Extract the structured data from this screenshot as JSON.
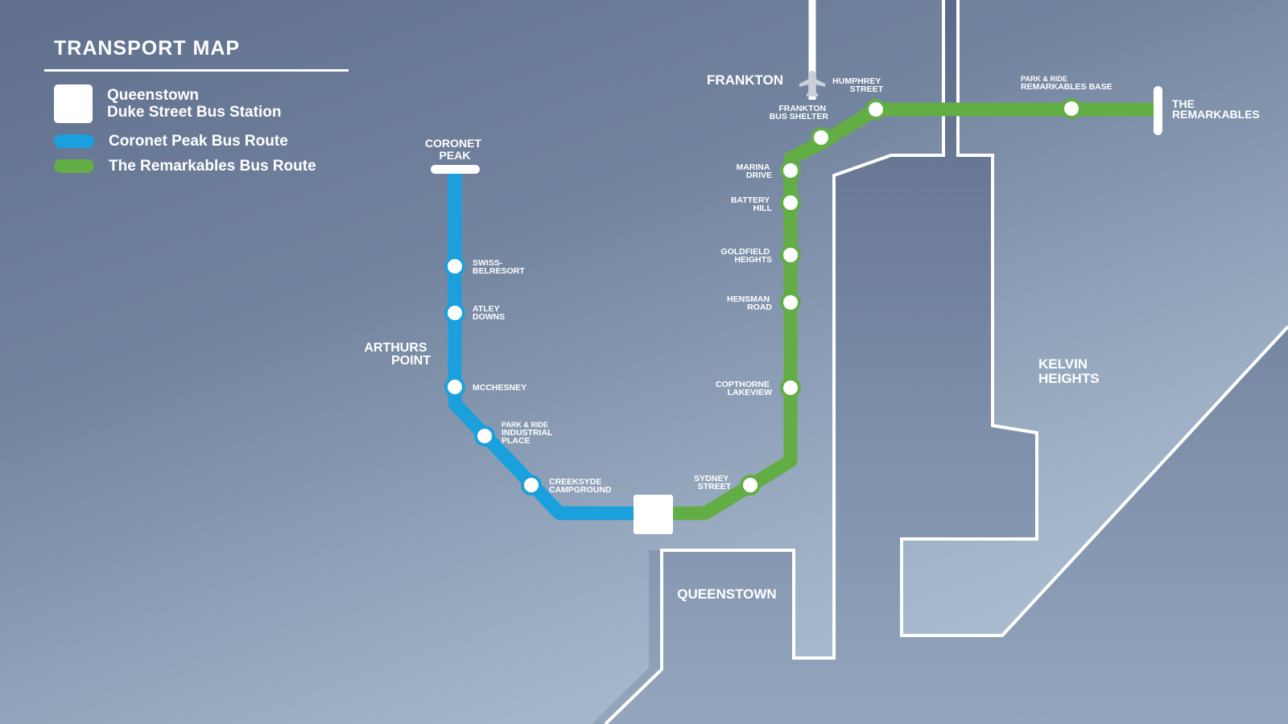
{
  "legend": {
    "title": "TRANSPORT MAP",
    "station": {
      "line1": "Queenstown",
      "line2": "Duke Street Bus Station"
    },
    "routes": [
      {
        "label": "Coronet Peak Bus Route",
        "color": "#1aa0dc"
      },
      {
        "label": "The Remarkables Bus Route",
        "color": "#62ae44"
      }
    ]
  },
  "areas": {
    "arthurs_point": [
      "ARTHURS",
      "POINT"
    ],
    "frankton": "FRANKTON",
    "queenstown": "QUEENSTOWN",
    "kelvin_heights": [
      "KELVIN",
      "HEIGHTS"
    ]
  },
  "coronet_route": {
    "terminus": [
      "CORONET",
      "PEAK"
    ],
    "stops": [
      {
        "line1": "SWISS-",
        "line2": "BELRESORT"
      },
      {
        "line1": "ATLEY",
        "line2": "DOWNS"
      },
      {
        "line1": "MCCHESNEY"
      },
      {
        "prefix": "PARK & RIDE",
        "line1": "INDUSTRIAL",
        "line2": "PLACE"
      },
      {
        "line1": "CREEKSYDE",
        "line2": "CAMPGROUND"
      }
    ]
  },
  "remarkables_route": {
    "stops": [
      {
        "line1": "SYDNEY",
        "line2": "STREET"
      },
      {
        "line1": "COPTHORNE",
        "line2": "LAKEVIEW"
      },
      {
        "line1": "HENSMAN",
        "line2": "ROAD"
      },
      {
        "line1": "GOLDFIELD",
        "line2": "HEIGHTS"
      },
      {
        "line1": "BATTERY",
        "line2": "HILL"
      },
      {
        "line1": "MARINA",
        "line2": "DRIVE"
      },
      {
        "line1": "FRANKTON",
        "line2": "BUS SHELTER"
      },
      {
        "line1": "HUMPHREY",
        "line2": "STREET"
      },
      {
        "prefix": "PARK & RIDE",
        "line1": "REMARKABLES BASE"
      }
    ],
    "terminus": [
      "THE",
      "REMARKABLES"
    ]
  },
  "icons": {
    "airport": "airplane-icon"
  }
}
